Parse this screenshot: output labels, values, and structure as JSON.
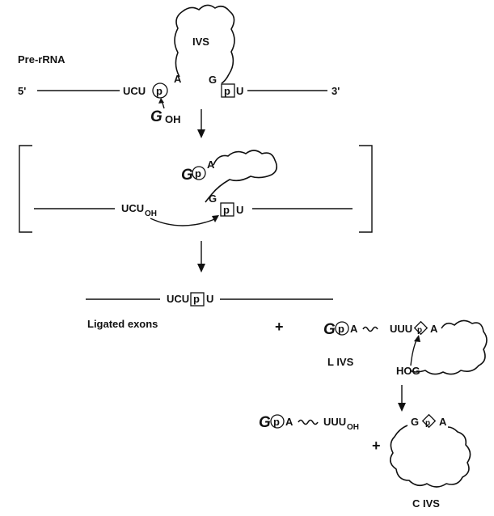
{
  "labels": {
    "pre_rrna": "Pre-rRNA",
    "ivs": "IVS",
    "five_prime": "5'",
    "three_prime": "3'",
    "ucu": "UCU",
    "p": "p",
    "a": "A",
    "g": "G",
    "u": "U",
    "g_big": "G",
    "oh": "OH",
    "ucu_oh": "UCU",
    "oh_sub": "OH",
    "ucupu": "UCU",
    "ligated_exons": "Ligated exons",
    "plus": "+",
    "l_ivs": "L  IVS",
    "uuu": "UUU",
    "hog": "HOG",
    "uuu_oh": "UUU",
    "c_ivs": "C  IVS"
  },
  "colors": {
    "ink": "#111111",
    "background": "#ffffff"
  }
}
